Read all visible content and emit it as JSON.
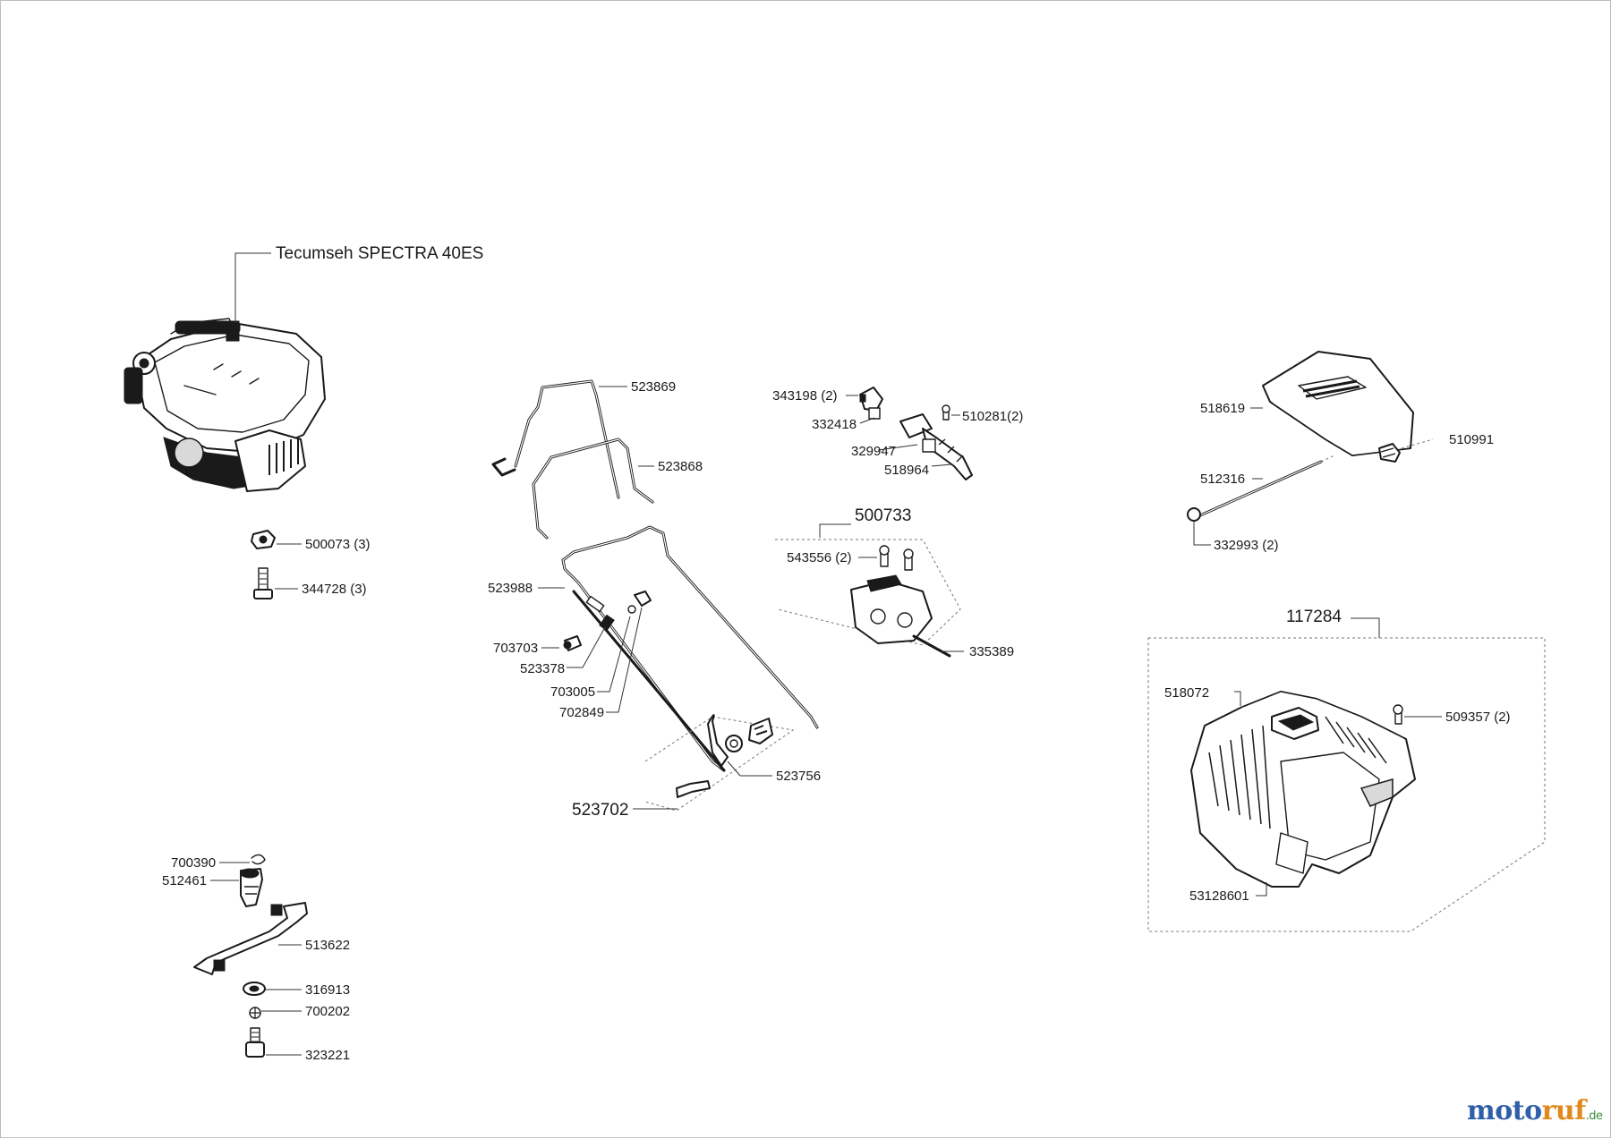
{
  "engine": {
    "title": "Tecumseh SPECTRA 40ES"
  },
  "labels": {
    "p500073": "500073 (3)",
    "p344728": "344728 (3)",
    "p523869": "523869",
    "p523868": "523868",
    "p523988": "523988",
    "p703703": "703703",
    "p523378": "523378",
    "p703005": "703005",
    "p702849": "702849",
    "p523756": "523756",
    "p523702": "523702",
    "p343198": "343198 (2)",
    "p332418": "332418",
    "p510281": "510281(2)",
    "p329947": "329947",
    "p518964": "518964",
    "p500733": "500733",
    "p543556": "543556 (2)",
    "p335389": "335389",
    "p518619": "518619",
    "p510991": "510991",
    "p512316": "512316",
    "p332993": "332993 (2)",
    "p117284": "117284",
    "p518072": "518072",
    "p509357": "509357 (2)",
    "p53128601": "53128601",
    "p700390": "700390",
    "p512461": "512461",
    "p513622": "513622",
    "p316913": "316913",
    "p700202": "700202",
    "p323221": "323221"
  },
  "brand": {
    "name_part1": "moto",
    "name_part2": "ruf",
    "tld": ".de",
    "color_blue": "#2f5fa8",
    "color_orange": "#e08a1e",
    "color_green": "#3c8c3c"
  }
}
